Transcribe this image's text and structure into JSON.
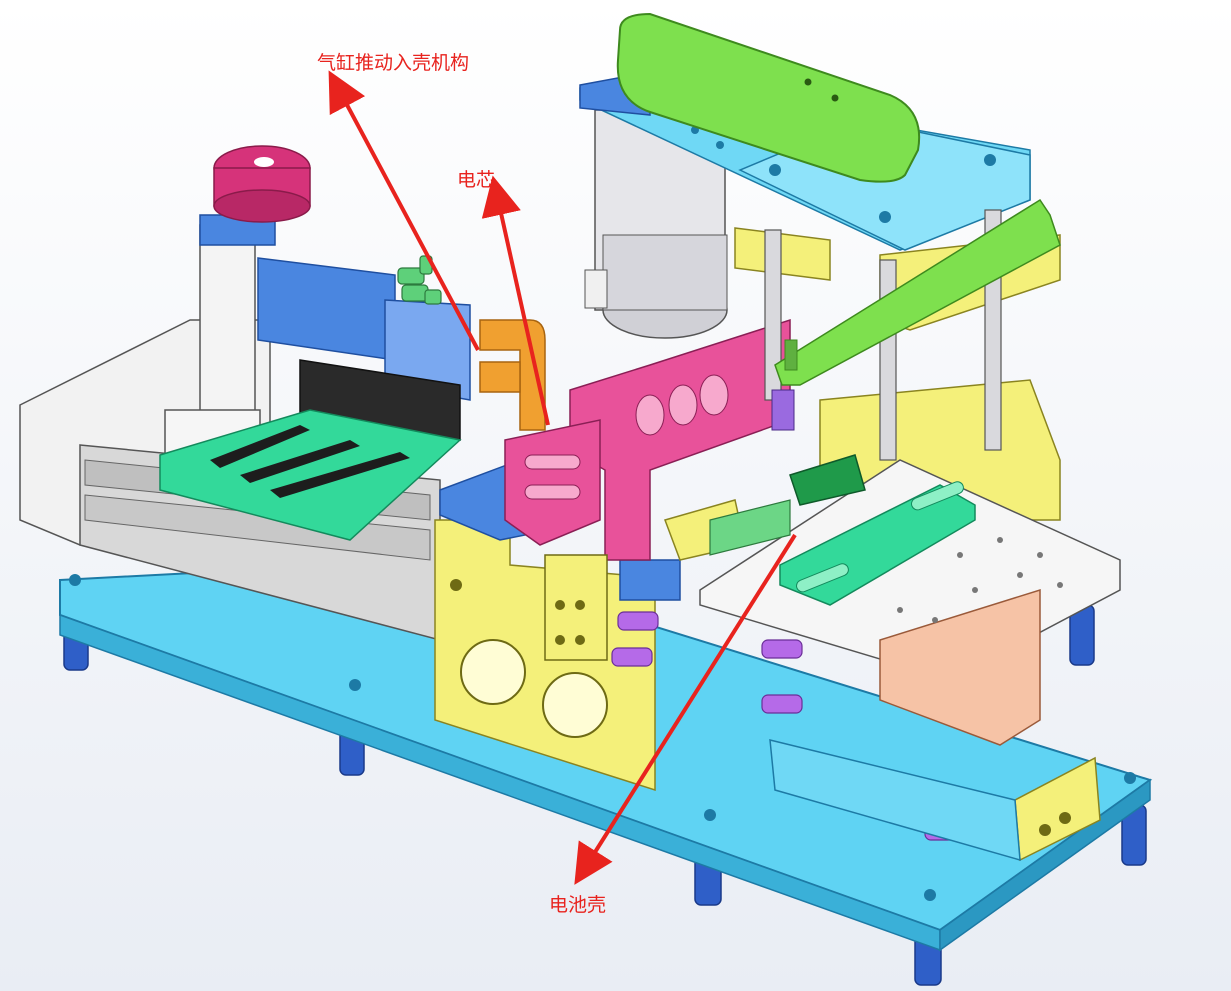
{
  "labels": {
    "cylinder_mechanism": "气缸推动入壳机构",
    "cell": "电芯",
    "battery_case": "电池壳"
  },
  "colors": {
    "callout": "#e8231e",
    "base_plate": "#5fd3f3",
    "legs": "#2f5fc8",
    "yellow_parts": "#f4f07a",
    "pink_parts": "#e8529a",
    "green_parts": "#7ee04e",
    "teal_parts": "#33d99a",
    "blue_parts": "#4a86e0",
    "orange_parts": "#f0a030",
    "magenta_knob": "#d6337a",
    "purple_fittings": "#b56ae8"
  }
}
